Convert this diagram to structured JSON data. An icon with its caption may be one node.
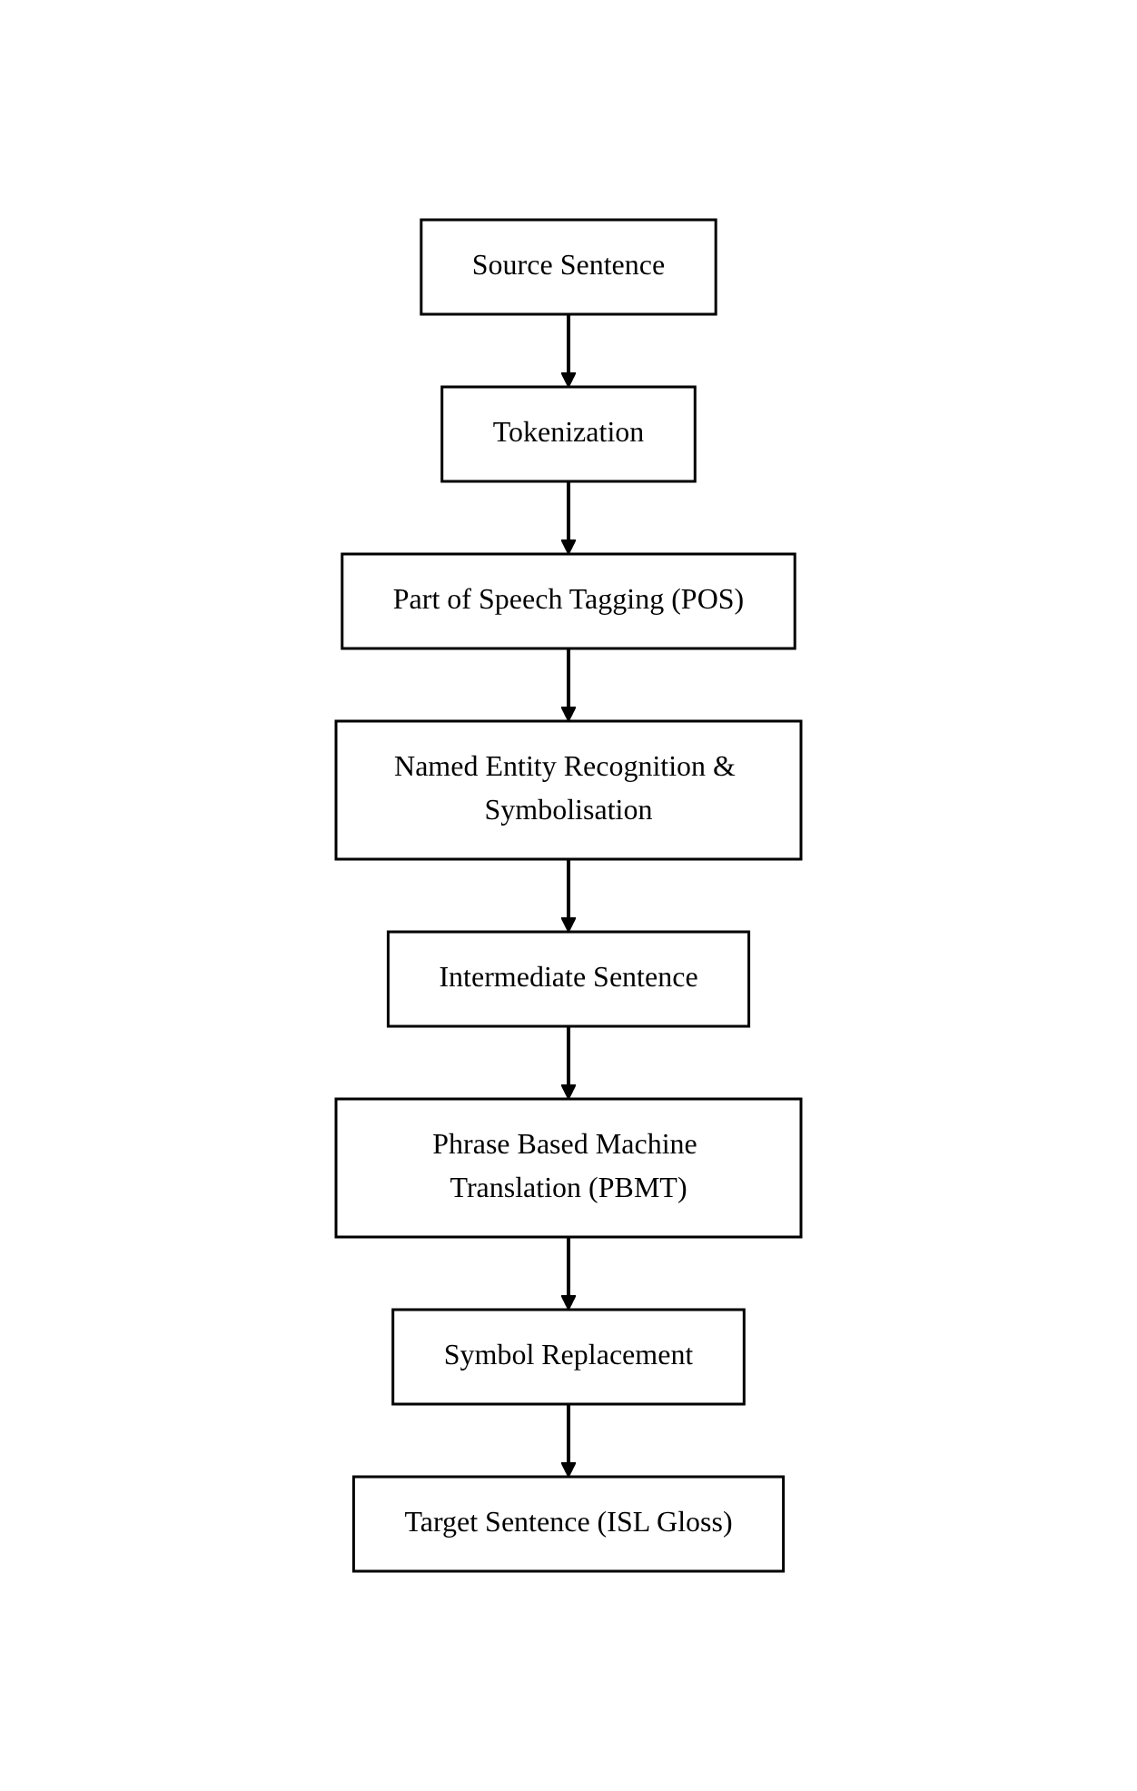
{
  "diagram": {
    "nodes": [
      {
        "text": [
          "Source Sentence"
        ]
      },
      {
        "text": [
          "Tokenization"
        ]
      },
      {
        "text": [
          "Part of Speech Tagging (POS)"
        ]
      },
      {
        "text": [
          "Named Entity Recognition & Symbolisation"
        ]
      },
      {
        "text": [
          "Intermediate Sentence"
        ]
      },
      {
        "text": [
          "Phrase Based Machine Translation (PBMT)"
        ]
      },
      {
        "text": [
          "Symbol Replacement"
        ]
      },
      {
        "text": [
          "Target Sentence (ISL Gloss)"
        ]
      }
    ],
    "edges": [
      {
        "from": 0,
        "to": 1,
        "arrow": "to"
      },
      {
        "from": 1,
        "to": 2,
        "arrow": "to"
      },
      {
        "from": 2,
        "to": 3,
        "arrow": "to"
      },
      {
        "from": 3,
        "to": 4,
        "arrow": "to"
      },
      {
        "from": 4,
        "to": 5,
        "arrow": "to"
      },
      {
        "from": 5,
        "to": 6,
        "arrow": "to"
      },
      {
        "from": 6,
        "to": 7,
        "arrow": "to"
      }
    ]
  }
}
